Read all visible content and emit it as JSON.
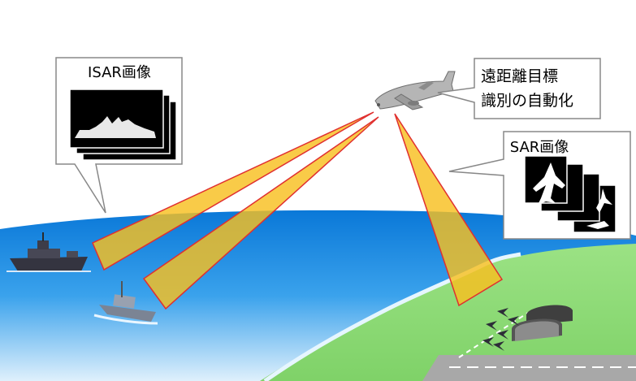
{
  "isar_callout": {
    "title": "ISAR画像"
  },
  "sar_callout": {
    "title": "SAR画像"
  },
  "aircraft_callout": {
    "line1": "遠距離目標",
    "line2": "識別の自動化"
  },
  "colors": {
    "sea": "#1e8fe0",
    "land": "#8fdc78",
    "beam_fill": "#f8c020",
    "beam_stroke": "#e03030",
    "runway": "#a8a8a8"
  },
  "icons": [
    "aircraft-icon",
    "ship-icon",
    "jet-icon",
    "hangar-icon"
  ]
}
